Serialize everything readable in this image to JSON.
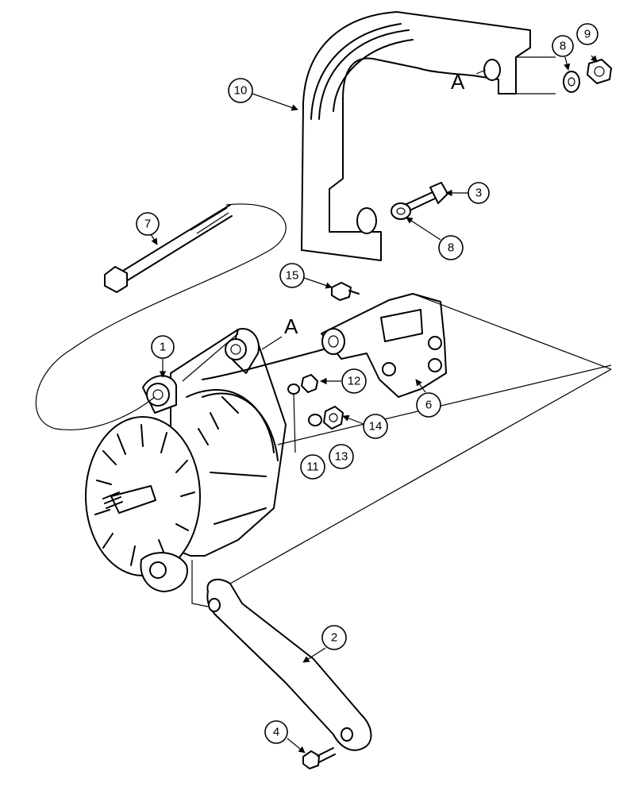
{
  "callouts": {
    "c1": "1",
    "c2": "2",
    "c3": "3",
    "c4": "4",
    "c6": "6",
    "c7": "7",
    "c8a": "8",
    "c8b": "8",
    "c9": "9",
    "c10": "10",
    "c11": "11",
    "c12": "12",
    "c13": "13",
    "c14": "14",
    "c15": "15"
  },
  "reference_letters": {
    "top": "A",
    "middle": "A"
  }
}
